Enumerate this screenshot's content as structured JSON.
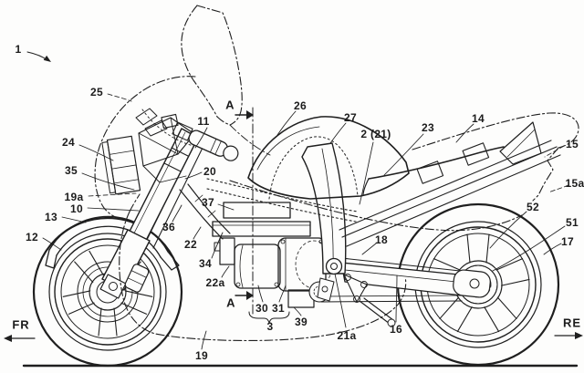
{
  "figure": {
    "section_marker": "A",
    "front_direction_label": "FR",
    "rear_direction_label": "RE"
  },
  "colors": {
    "line": "#1f1f1f",
    "background": "#fdfdfc"
  },
  "annotations": [
    {
      "id": "ref-1",
      "text": "1"
    },
    {
      "id": "ref-25",
      "text": "25"
    },
    {
      "id": "ref-24",
      "text": "24"
    },
    {
      "id": "ref-35",
      "text": "35"
    },
    {
      "id": "ref-19a",
      "text": "19a"
    },
    {
      "id": "ref-10",
      "text": "10"
    },
    {
      "id": "ref-13",
      "text": "13"
    },
    {
      "id": "ref-12",
      "text": "12"
    },
    {
      "id": "ref-11",
      "text": "11"
    },
    {
      "id": "ref-20",
      "text": "20"
    },
    {
      "id": "ref-26",
      "text": "26"
    },
    {
      "id": "ref-27",
      "text": "27"
    },
    {
      "id": "ref-2-21",
      "text": "2 (21)"
    },
    {
      "id": "ref-23",
      "text": "23"
    },
    {
      "id": "ref-14",
      "text": "14"
    },
    {
      "id": "ref-15",
      "text": "15"
    },
    {
      "id": "ref-15a",
      "text": "15a"
    },
    {
      "id": "ref-52",
      "text": "52"
    },
    {
      "id": "ref-51",
      "text": "51"
    },
    {
      "id": "ref-17",
      "text": "17"
    },
    {
      "id": "ref-36",
      "text": "36"
    },
    {
      "id": "ref-22",
      "text": "22"
    },
    {
      "id": "ref-37",
      "text": "37"
    },
    {
      "id": "ref-34",
      "text": "34"
    },
    {
      "id": "ref-22a",
      "text": "22a"
    },
    {
      "id": "ref-30",
      "text": "30"
    },
    {
      "id": "ref-31",
      "text": "31"
    },
    {
      "id": "ref-3",
      "text": "3"
    },
    {
      "id": "ref-39",
      "text": "39"
    },
    {
      "id": "ref-21a",
      "text": "21a"
    },
    {
      "id": "ref-16",
      "text": "16"
    },
    {
      "id": "ref-18",
      "text": "18"
    },
    {
      "id": "ref-19",
      "text": "19"
    },
    {
      "id": "section-a-top",
      "text": "A"
    },
    {
      "id": "section-a-bottom",
      "text": "A"
    },
    {
      "id": "dir-front",
      "text": "FR"
    },
    {
      "id": "dir-rear",
      "text": "RE"
    }
  ]
}
